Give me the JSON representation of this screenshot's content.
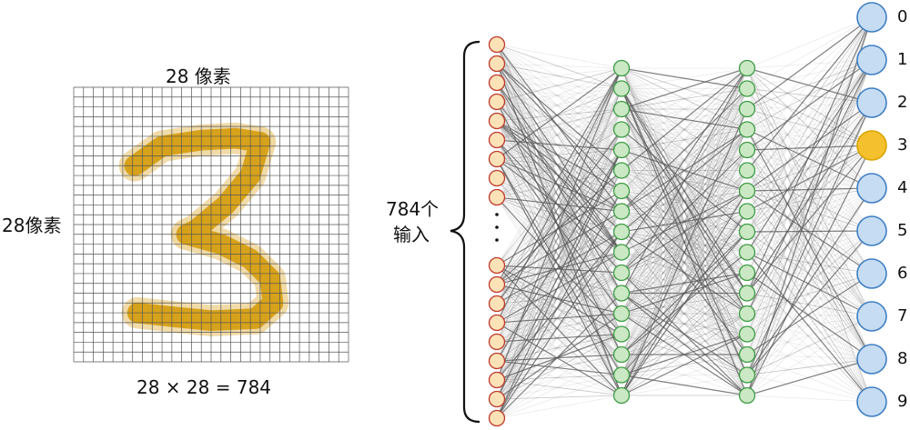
{
  "grid": {
    "top_label": "28 像素",
    "left_label": "28像素",
    "formula": "28 × 28 = 784",
    "rows": 28,
    "cols": 28,
    "digit_shown": "3"
  },
  "network": {
    "input_label_line1": "784个",
    "input_label_line2": "输入",
    "ellipsis": "⋮",
    "layers": [
      {
        "name": "input",
        "visible_nodes": 18,
        "fill": "#fde2b8",
        "stroke": "#c0392b"
      },
      {
        "name": "hidden-1",
        "visible_nodes": 17,
        "fill": "#cbe8c4",
        "stroke": "#3e9d45"
      },
      {
        "name": "hidden-2",
        "visible_nodes": 17,
        "fill": "#cbe8c4",
        "stroke": "#3e9d45"
      },
      {
        "name": "output",
        "visible_nodes": 10,
        "fill": "#c6dcf2",
        "stroke": "#3f7fc4"
      }
    ],
    "output_labels": [
      "0",
      "1",
      "2",
      "3",
      "4",
      "5",
      "6",
      "7",
      "8",
      "9"
    ],
    "active_output": "3",
    "active_fill": "#f5c02d",
    "active_stroke": "#d9a400"
  },
  "colors": {
    "pixel_ink": "#d7a21b",
    "edge": "#555555"
  }
}
